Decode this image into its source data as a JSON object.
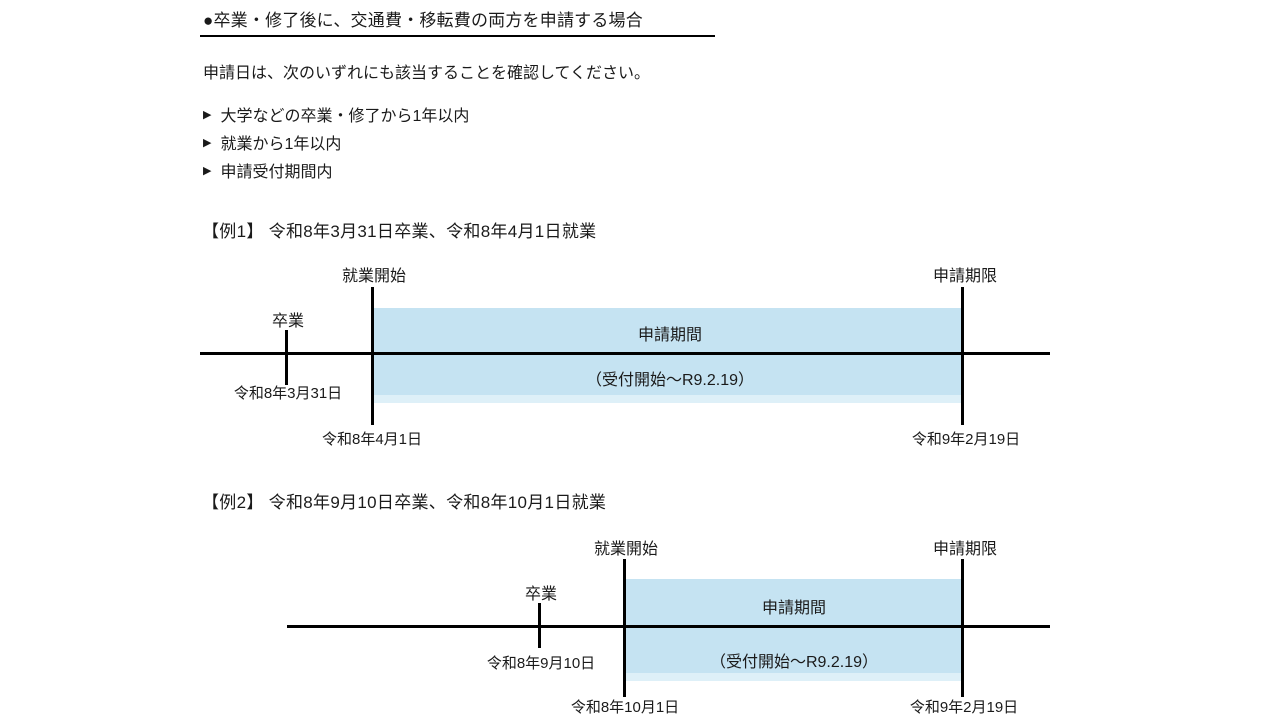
{
  "colors": {
    "bar": "#c5e3f2",
    "bar_shadow": "#def0f8",
    "line": "#000000",
    "text": "#1a1a1a"
  },
  "header": {
    "title": "●卒業・修了後に、交通費・移転費の両方を申請する場合"
  },
  "intro": {
    "text": "申請日は、次のいずれにも該当することを確認してください。"
  },
  "conditions": {
    "marker": "▶",
    "items": [
      "大学などの卒業・修了から1年以内",
      "就業から1年以内",
      "申請受付期間内"
    ]
  },
  "examples": [
    {
      "title": "【例1】 令和8年3月31日卒業、令和8年4月1日就業",
      "graduation_label": "卒業",
      "graduation_date": "令和8年3月31日",
      "employment_label": "就業開始",
      "employment_date": "令和8年4月1日",
      "deadline_label": "申請期限",
      "deadline_date": "令和9年2月19日",
      "period_label": "申請期間",
      "period_note": "（受付開始～R9.2.19）"
    },
    {
      "title": "【例2】 令和8年9月10日卒業、令和8年10月1日就業",
      "graduation_label": "卒業",
      "graduation_date": "令和8年9月10日",
      "employment_label": "就業開始",
      "employment_date": "令和8年10月1日",
      "deadline_label": "申請期限",
      "deadline_date": "令和9年2月19日",
      "period_label": "申請期間",
      "period_note": "（受付開始～R9.2.19）"
    }
  ]
}
